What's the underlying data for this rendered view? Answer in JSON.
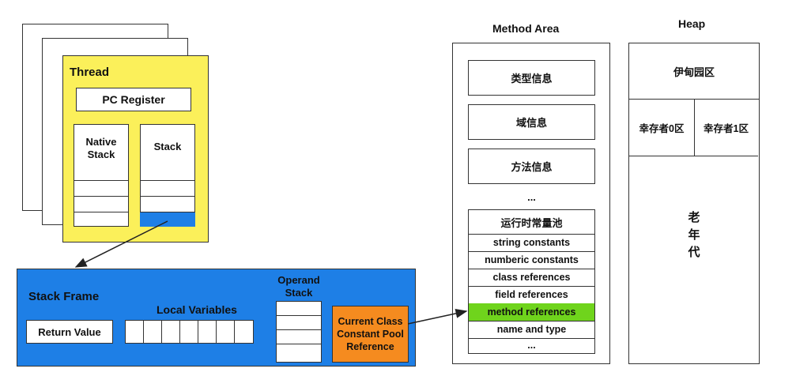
{
  "thread": {
    "title": "Thread",
    "pc_register": "PC Register",
    "native_stack": "Native\nStack",
    "stack": "Stack"
  },
  "stack_frame": {
    "title": "Stack Frame",
    "return_value": "Return Value",
    "local_variables": "Local Variables",
    "operand_stack": "Operand\nStack",
    "ccp_reference": "Current Class\nConstant Pool\nReference"
  },
  "method_area": {
    "title": "Method Area",
    "type_info": "类型信息",
    "field_info": "域信息",
    "method_info": "方法信息",
    "ellipsis": "...",
    "runtime_pool": "运行时常量池",
    "pool_items": [
      "string constants",
      "numberic constants",
      "class references",
      "field references",
      "method references",
      "name and type",
      "..."
    ]
  },
  "heap": {
    "title": "Heap",
    "eden": "伊甸园区",
    "survivor0": "幸存者0区",
    "survivor1": "幸存者1区",
    "old_gen": "老\n年\n代"
  },
  "colors": {
    "thread_fill": "#fbf05a",
    "frame_fill": "#1e7fe6",
    "ccp_fill": "#f58b1f",
    "method_ref_fill": "#6fd41c",
    "stack_top_fill": "#1e7fe6"
  }
}
